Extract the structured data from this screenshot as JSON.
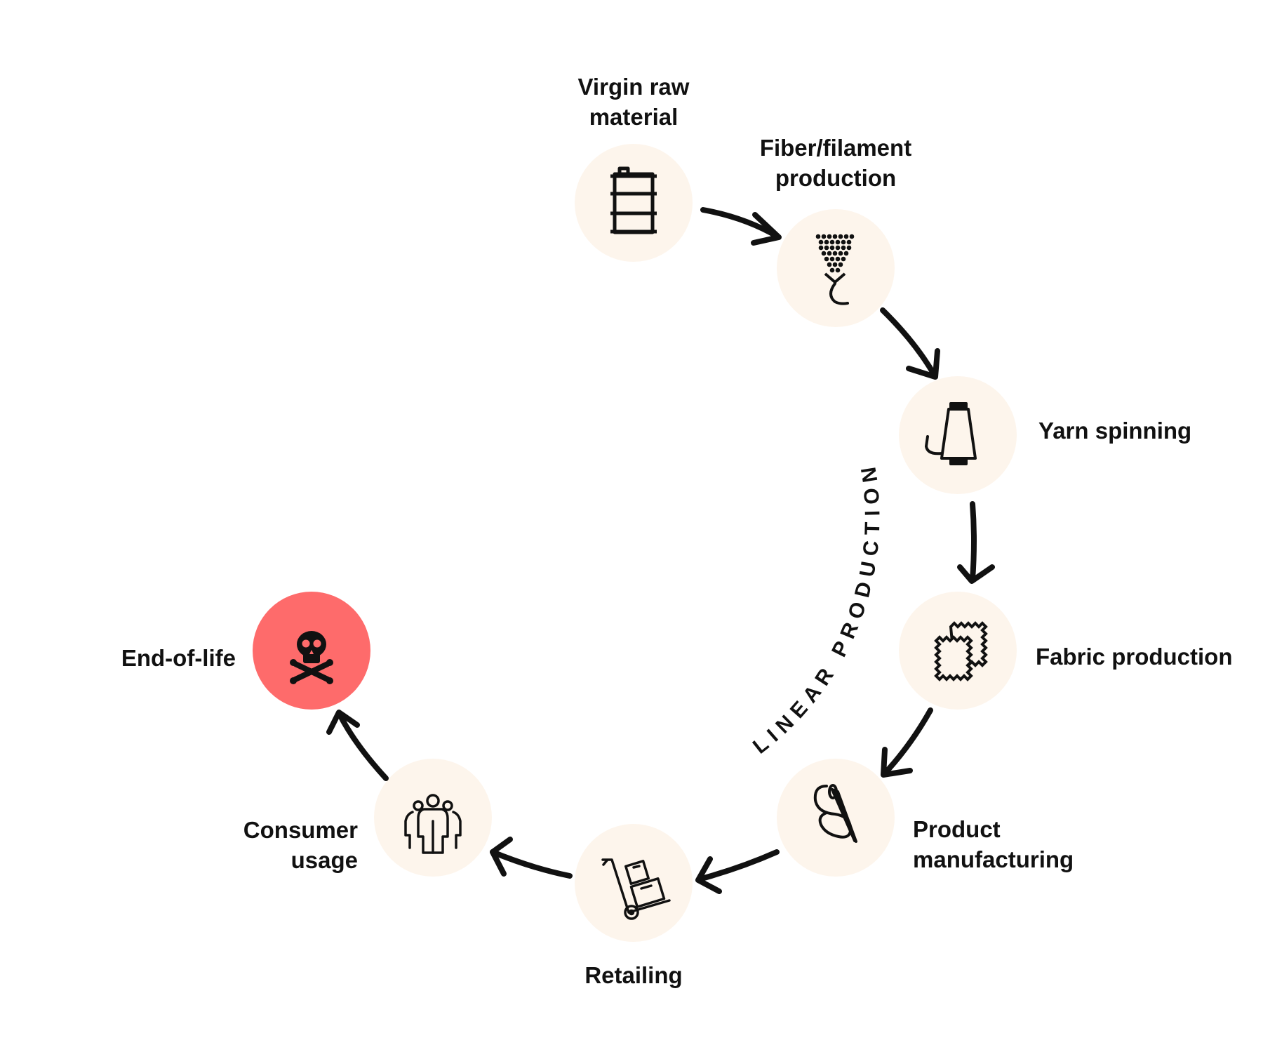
{
  "diagram": {
    "cycle_label": "LINEAR PRODUCTION",
    "colors": {
      "node_fill": "#fdf5ec",
      "end_node_fill": "#fe6b6b",
      "ink": "#111111"
    },
    "nodes": [
      {
        "id": "virgin",
        "icon": "oil-barrel-icon",
        "label_lines": [
          "Virgin raw",
          "material"
        ]
      },
      {
        "id": "fiber",
        "icon": "fiber-spinneret-icon",
        "label_lines": [
          "Fiber/filament",
          "production"
        ]
      },
      {
        "id": "yarn",
        "icon": "yarn-cone-icon",
        "label_lines": [
          "Yarn spinning"
        ]
      },
      {
        "id": "fabric",
        "icon": "fabric-swatch-icon",
        "label_lines": [
          "Fabric production"
        ]
      },
      {
        "id": "manufacturing",
        "icon": "needle-thread-icon",
        "label_lines": [
          "Product",
          "manufacturing"
        ]
      },
      {
        "id": "retail",
        "icon": "hand-truck-icon",
        "label_lines": [
          "Retailing"
        ]
      },
      {
        "id": "consumer",
        "icon": "people-group-icon",
        "label_lines": [
          "Consumer",
          "usage"
        ]
      },
      {
        "id": "eol",
        "icon": "skull-crossbones-icon",
        "label_lines": [
          "End-of-life"
        ]
      }
    ]
  }
}
